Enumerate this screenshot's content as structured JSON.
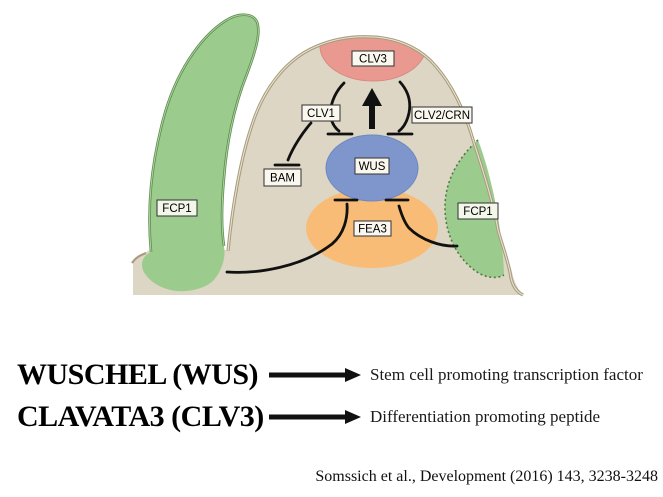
{
  "figure": {
    "title_hint": "Shoot apical meristem WUS/CLV signaling diagram",
    "nodes": {
      "clv3": "CLV3",
      "clv1": "CLV1",
      "clv2_crn": "CLV2/CRN",
      "wus": "WUS",
      "bam": "BAM",
      "fea3": "FEA3",
      "fcp1_left": "FCP1",
      "fcp1_right": "FCP1"
    },
    "colors": {
      "meristem_fill": "#ddd6c4",
      "meristem_outline": "#a89c7e",
      "clv3_zone_pink": "#e9998f",
      "wus_zone_blue": "#7e96cc",
      "fea3_zone_orange": "#f8bc76",
      "primordium_green": "#9ccb8e",
      "primordium_outline": "#5d8d52",
      "label_box_bg": "#faf7ee",
      "label_box_border": "#3f3f3f",
      "signal_line": "#111111"
    }
  },
  "legend": {
    "rows": [
      {
        "term": "WUSCHEL (WUS)",
        "definition": "Stem cell promoting transcription factor"
      },
      {
        "term": "CLAVATA3 (CLV3)",
        "definition": "Differentiation promoting peptide"
      }
    ]
  },
  "citation": "Somssich et al., Development (2016) 143, 3238-3248"
}
